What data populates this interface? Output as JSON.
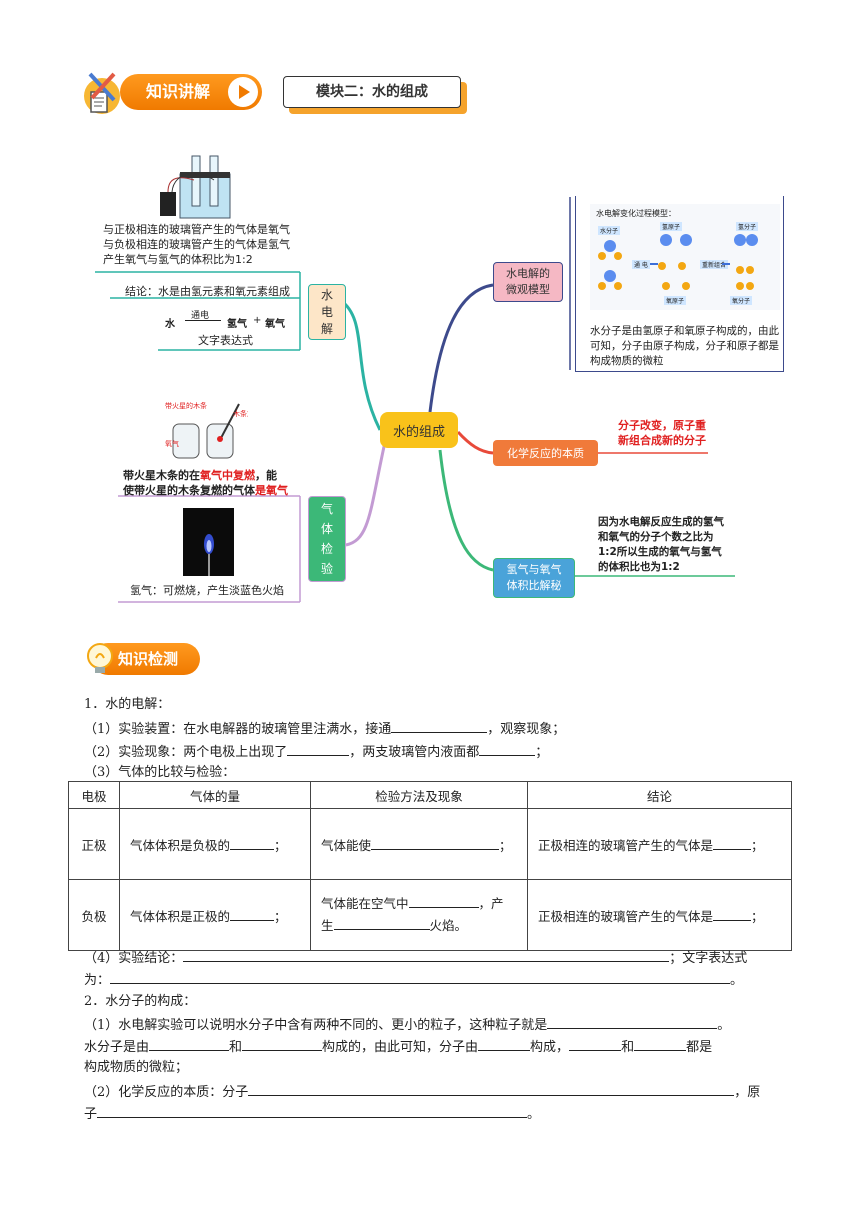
{
  "header": {
    "badge_label": "知识讲解",
    "module_title": "模块二：水的组成"
  },
  "mindmap": {
    "center": "水的组成",
    "left_branches": [
      {
        "node": "水\n电\n解",
        "details": [
          "与正极相连的玻璃管产生的气体是氧气",
          "与负极相连的玻璃管产生的气体是氢气",
          "产生氧气与氢气的体积比为1:2"
        ],
        "conclusion": "结论：水是由氢元素和氧元素组成",
        "equation": {
          "reactant": "水",
          "condition": "通电",
          "product1": "氢气",
          "plus": "+",
          "product2": "氧气"
        },
        "equation_caption": "文字表达式"
      },
      {
        "node": "气\n体\n检\n验",
        "oxygen_test": {
          "pre": "带火星木条的在",
          "hl1": "氧气中复燃",
          "mid": "，能",
          "line2_pre": "使带火星的木条复燃的气体",
          "hl2": "是氧气"
        },
        "image_labels": {
          "splint": "带火星的木条",
          "relight": "木条复燃",
          "gas": "氧气"
        },
        "hydrogen_test": "氢气：可燃烧，产生淡蓝色火焰"
      }
    ],
    "right_branches": [
      {
        "node": "水电解的\n微观模型",
        "model_title": "水电解变化过程模型：",
        "model_labels": {
          "water_molecule": "水分子",
          "hydrogen_atom": "氢原子",
          "oxygen_atom": "氧原子",
          "electrify": "通 电",
          "recombine": "重新组合",
          "hydrogen_molecule": "氢分子",
          "oxygen_molecule": "氧分子"
        },
        "text": "水分子是由氢原子和氧原子构成的，由此可知，分子由原子构成，分子和原子都是构成物质的微粒"
      },
      {
        "node": "化学反应的本质",
        "text": "分子改变，原子重新组合成新的分子"
      },
      {
        "node": "氢气与氧气\n体积比解秘",
        "text": "因为水电解反应生成的氢气和氧气的分子个数之比为1:2所以生成的氧气与氢气的体积比也为1:2"
      }
    ]
  },
  "check": {
    "badge_label": "知识检测",
    "q1_title": "1．水的电解：",
    "q1_1a": "（1）实验装置：在水电解器的玻璃管里注满水，接通",
    "q1_1b": "，观察现象；",
    "q1_2a": "（2）实验现象：两个电极上出现了",
    "q1_2b": "，两支玻璃管内液面都",
    "q1_2c": "；",
    "q1_3": "（3）气体的比较与检验：",
    "table": {
      "headers": [
        "电极",
        "气体的量",
        "检验方法及现象",
        "结论"
      ],
      "row1": {
        "electrode": "正极",
        "amount_a": "气体体积是负极的",
        "amount_b": "；",
        "test_a": "气体能使",
        "test_b": "；",
        "conclusion_a": "正极相连的玻璃管产生的气体是",
        "conclusion_b": "；"
      },
      "row2": {
        "electrode": "负极",
        "amount_a": "气体体积是正极的",
        "amount_b": "；",
        "test_a": "气体能在空气中",
        "test_b": "，产",
        "test_c": "生",
        "test_d": "火焰。",
        "conclusion_a": "正极相连的玻璃管产生的气体是",
        "conclusion_b": "；"
      }
    },
    "q1_4a": "（4）实验结论：",
    "q1_4b": "；文字表达式",
    "q1_4c": "为：",
    "q1_4d": "。",
    "q2_title": "2．水分子的构成：",
    "q2_1a": "（1）水电解实验可以说明水分子中含有两种不同的、更小的粒子，这种粒子就是",
    "q2_1b": "。",
    "q2_1c": "水分子是由",
    "q2_1d": "和",
    "q2_1e": "构成的，由此可知，分子由",
    "q2_1f": "构成，",
    "q2_1g": "和",
    "q2_1h": "都是",
    "q2_1i": "构成物质的微粒；",
    "q2_2a": "（2）化学反应的本质：分子",
    "q2_2b": "，原",
    "q2_2c": "子",
    "q2_2d": "。"
  },
  "colors": {
    "orange": "#f07a00",
    "teal": "#2bb3a3",
    "purple": "#c39bd3",
    "navy": "#3d4a8c",
    "red": "#e84a3a",
    "green": "#3cb878",
    "yellow": "#f9c21a"
  }
}
